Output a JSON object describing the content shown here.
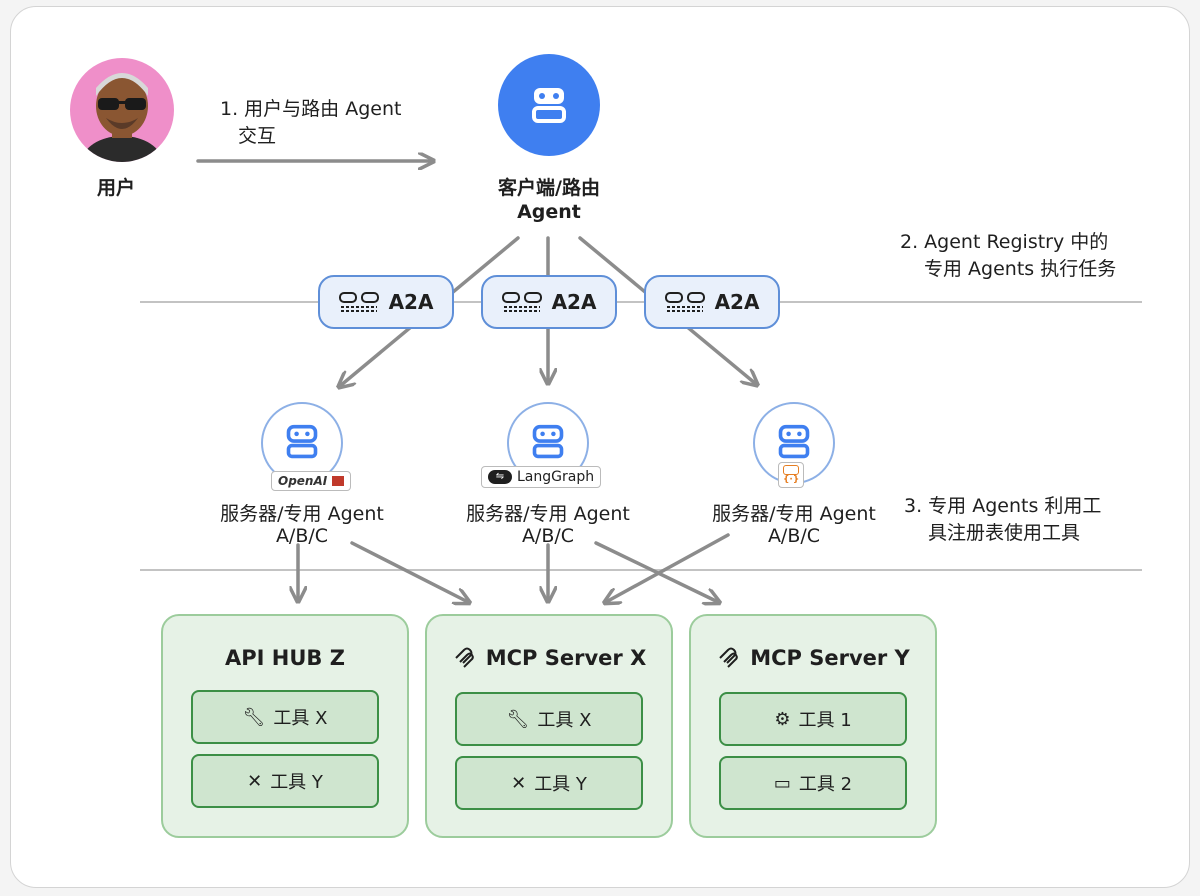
{
  "user": {
    "label": "用户"
  },
  "step1": {
    "line1": "1. 用户与路由 Agent",
    "line2": "交互"
  },
  "router": {
    "line1": "客户端/路由",
    "line2": "Agent"
  },
  "step2": {
    "line1": "2. Agent Registry 中的",
    "line2": "专用 Agents 执行任务"
  },
  "a2a": [
    "A2A",
    "A2A",
    "A2A"
  ],
  "agents": [
    {
      "line1": "服务器/专用 Agent",
      "line2": "A/B/C",
      "badge": "OpenAI"
    },
    {
      "line1": "服务器/专用 Agent",
      "line2": "A/B/C",
      "badge": "LangGraph"
    },
    {
      "line1": "服务器/专用 Agent",
      "line2": "A/B/C",
      "badge": "{·}"
    }
  ],
  "step3": {
    "line1": "3. 专用 Agents 利用工",
    "line2": "具注册表使用工具"
  },
  "hubs": [
    {
      "title": "API HUB Z",
      "icon": "",
      "tools": [
        {
          "label": "工具 X",
          "icon": "wrench-icon"
        },
        {
          "label": "工具 Y",
          "icon": "crossed-tools-icon"
        }
      ]
    },
    {
      "title": "MCP Server X",
      "icon": "mcp-icon",
      "tools": [
        {
          "label": "工具 X",
          "icon": "wrench-icon"
        },
        {
          "label": "工具 Y",
          "icon": "crossed-tools-icon"
        }
      ]
    },
    {
      "title": "MCP Server Y",
      "icon": "mcp-icon",
      "tools": [
        {
          "label": "工具 1",
          "icon": "drill-icon"
        },
        {
          "label": "工具 2",
          "icon": "ruler-icon"
        }
      ]
    }
  ],
  "colors": {
    "accent_blue": "#3f7ff0",
    "pill_border": "#5f8fd8",
    "hub_green": "#e6f2e6",
    "tool_border": "#3c8f46",
    "arrow": "#8c8c8c"
  }
}
